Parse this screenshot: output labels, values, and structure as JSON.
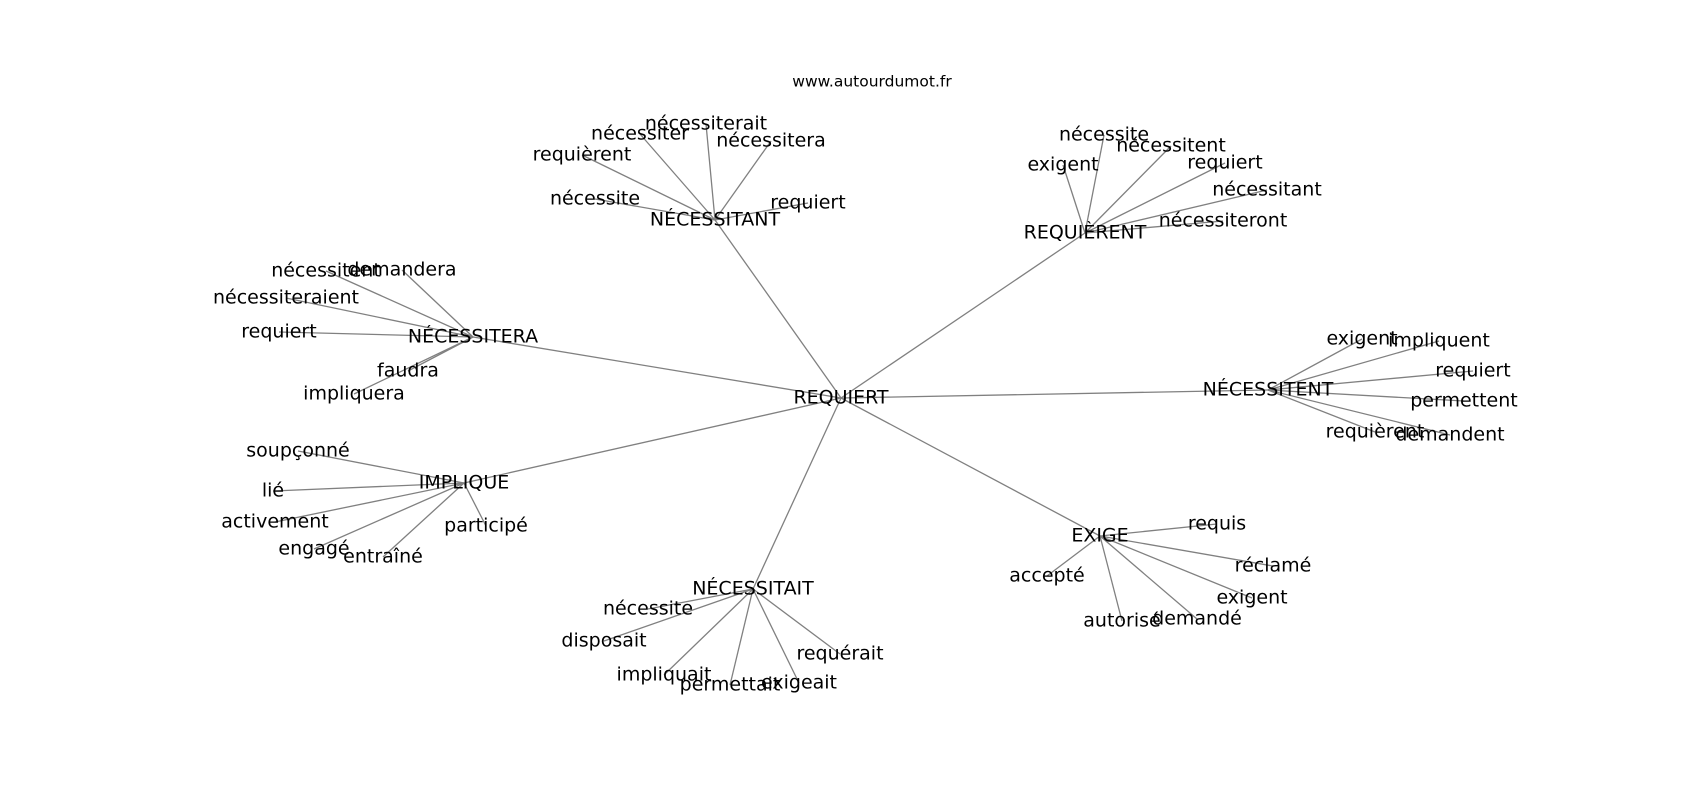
{
  "header": {
    "watermark": "www.autourdumot.fr"
  },
  "graph": {
    "center": "REQUIERT",
    "clusters": [
      {
        "hub": "NÉCESSITANT",
        "leaves": [
          "nécessiterait",
          "nécessiter",
          "nécessitera",
          "requièrent",
          "nécessite",
          "requiert"
        ]
      },
      {
        "hub": "REQUIÈRENT",
        "leaves": [
          "nécessite",
          "nécessitent",
          "exigent",
          "requiert",
          "nécessitant",
          "nécessiteront"
        ]
      },
      {
        "hub": "NÉCESSITERA",
        "leaves": [
          "nécessitent",
          "demandera",
          "nécessiteraient",
          "requiert",
          "faudra",
          "impliquera"
        ]
      },
      {
        "hub": "NÉCESSITENT",
        "leaves": [
          "exigent",
          "impliquent",
          "requiert",
          "permettent",
          "requièrent",
          "demandent"
        ]
      },
      {
        "hub": "IMPLIQUE",
        "leaves": [
          "soupçonné",
          "lié",
          "activement",
          "engagé",
          "entraîné",
          "participé"
        ]
      },
      {
        "hub": "EXIGE",
        "leaves": [
          "requis",
          "réclamé",
          "accepté",
          "exigent",
          "autorisé",
          "demandé"
        ]
      },
      {
        "hub": "NÉCESSITAIT",
        "leaves": [
          "nécessite",
          "disposait",
          "requérait",
          "impliquait",
          "permettait",
          "exigeait"
        ]
      }
    ]
  }
}
